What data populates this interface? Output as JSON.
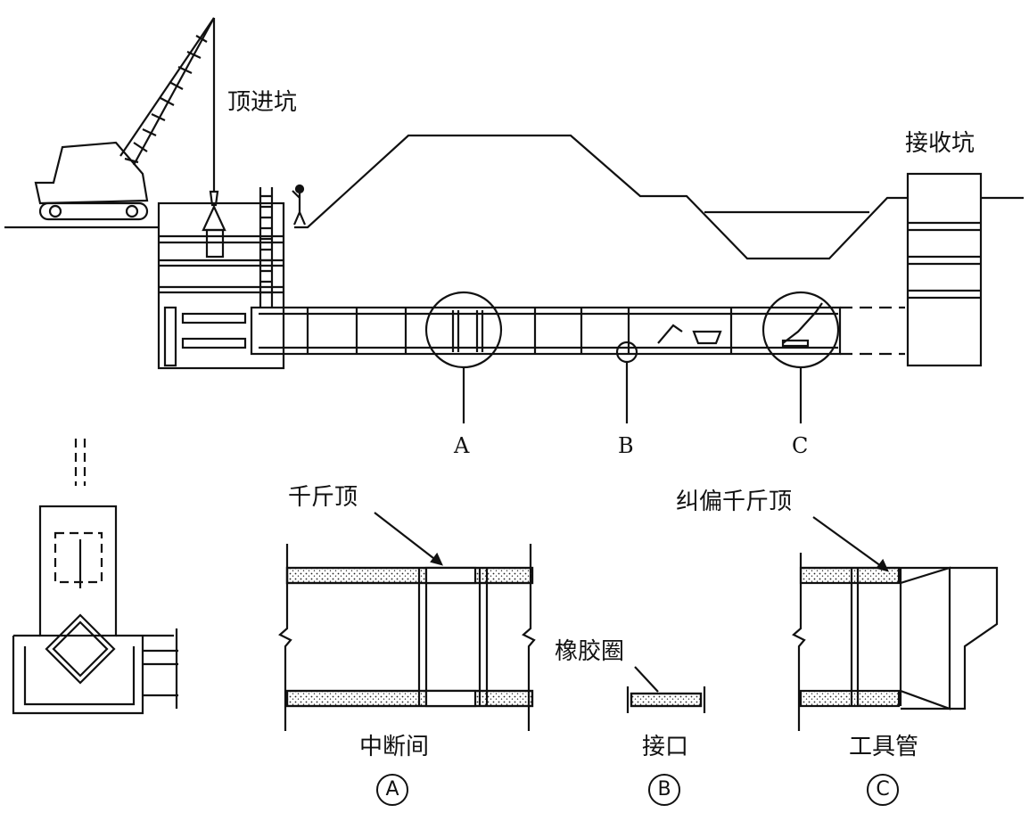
{
  "labels": {
    "launch_pit": "顶进坑",
    "receiving_pit": "接收坑",
    "jack": "千斤顶",
    "correction_jack": "纠偏千斤顶",
    "rubber_ring": "橡胶圈"
  },
  "callouts": {
    "a": "A",
    "b": "B",
    "c": "C"
  },
  "details": {
    "a": {
      "title": "中断间",
      "mark": "A"
    },
    "b": {
      "title": "接口",
      "mark": "B"
    },
    "c": {
      "title": "工具管",
      "mark": "C"
    }
  }
}
